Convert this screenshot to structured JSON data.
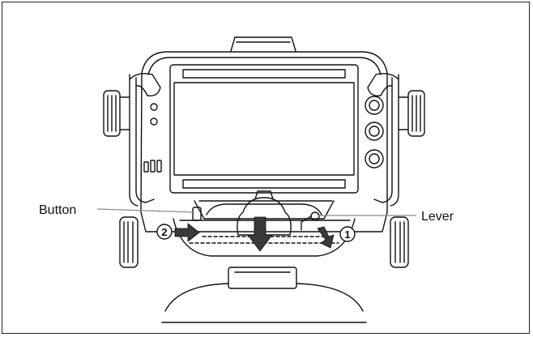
{
  "figure": {
    "callouts": {
      "button": "Button",
      "lever": "Lever"
    },
    "step_markers": {
      "step1": "1",
      "step2": "2"
    },
    "colors": {
      "line": "#111111",
      "arrow_fill": "#3a3a3a",
      "leader": "#8a8a8a",
      "background": "#ffffff"
    }
  }
}
